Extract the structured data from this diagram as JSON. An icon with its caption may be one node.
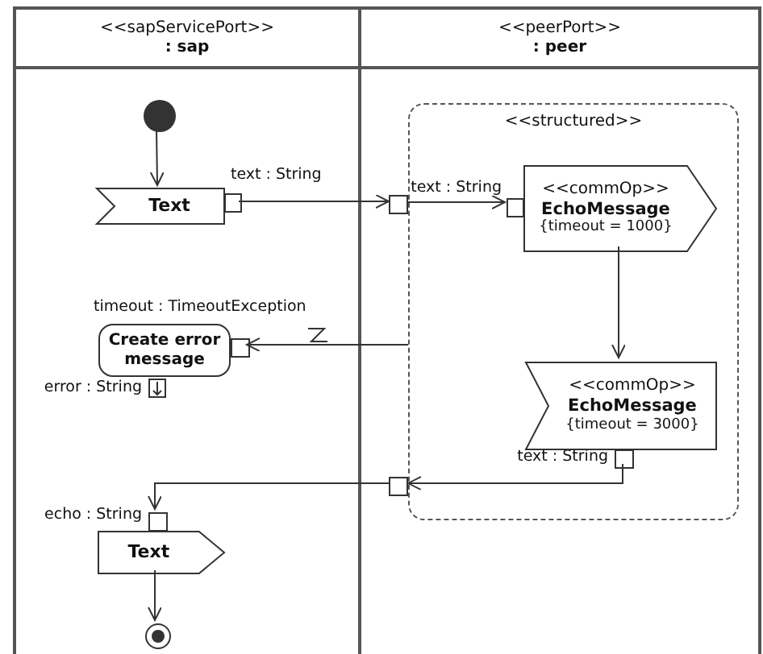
{
  "diagram": {
    "nodes": [
      {
        "text": [
          "<<sapServicePort>>",
          ": sap"
        ]
      },
      {
        "text": [
          "<<peerPort>>",
          ": peer"
        ]
      },
      {
        "text": [],
        "shape": "circle",
        "in": 0
      },
      {
        "text": [
          "Text"
        ],
        "in": 0
      },
      {
        "text": [],
        "shape": "box",
        "in": 0,
        "beside": [
          "text : String"
        ]
      },
      {
        "text": [
          "<<structured>>"
        ],
        "in": 1
      },
      {
        "text": [],
        "shape": "box",
        "in": 1
      },
      {
        "text": [
          "<<commOp>>",
          "EchoMessage",
          "{timeout = 1000}"
        ],
        "in": 5
      },
      {
        "text": [],
        "shape": "box",
        "in": 5,
        "beside": [
          "text : String"
        ]
      },
      {
        "text": [
          "<<commOp>>",
          "EchoMessage",
          "{timeout = 3000}"
        ],
        "in": 5
      },
      {
        "text": [],
        "shape": "box",
        "in": 5,
        "beside": [
          "text : String"
        ]
      },
      {
        "text": [],
        "shape": "box",
        "in": 1
      },
      {
        "text": [
          "Create error message"
        ],
        "in": 0
      },
      {
        "text": [],
        "shape": "box",
        "in": 0
      },
      {
        "text": [],
        "shape": "box",
        "in": 0,
        "beside": [
          "error : String"
        ]
      },
      {
        "text": [],
        "shape": "box",
        "in": 0,
        "beside": [
          "echo : String"
        ]
      },
      {
        "text": [
          "Text"
        ],
        "in": 0
      },
      {
        "text": [],
        "shape": "circle",
        "in": 0
      }
    ],
    "edges": [
      {
        "from": 2,
        "to": 3,
        "arrow": "to"
      },
      {
        "from": 4,
        "to": 6,
        "arrow": "to"
      },
      {
        "from": 6,
        "to": 8,
        "arrow": "to"
      },
      {
        "from": 7,
        "to": 9,
        "arrow": "to"
      },
      {
        "from": 10,
        "to": 11,
        "arrow": "to"
      },
      {
        "from": 11,
        "to": 15,
        "arrow": "to"
      },
      {
        "from": 5,
        "to": 13,
        "arrow": "to"
      },
      {
        "from": 16,
        "to": 17,
        "arrow": "to"
      }
    ],
    "labels": [
      "timeout : TimeoutException"
    ]
  }
}
